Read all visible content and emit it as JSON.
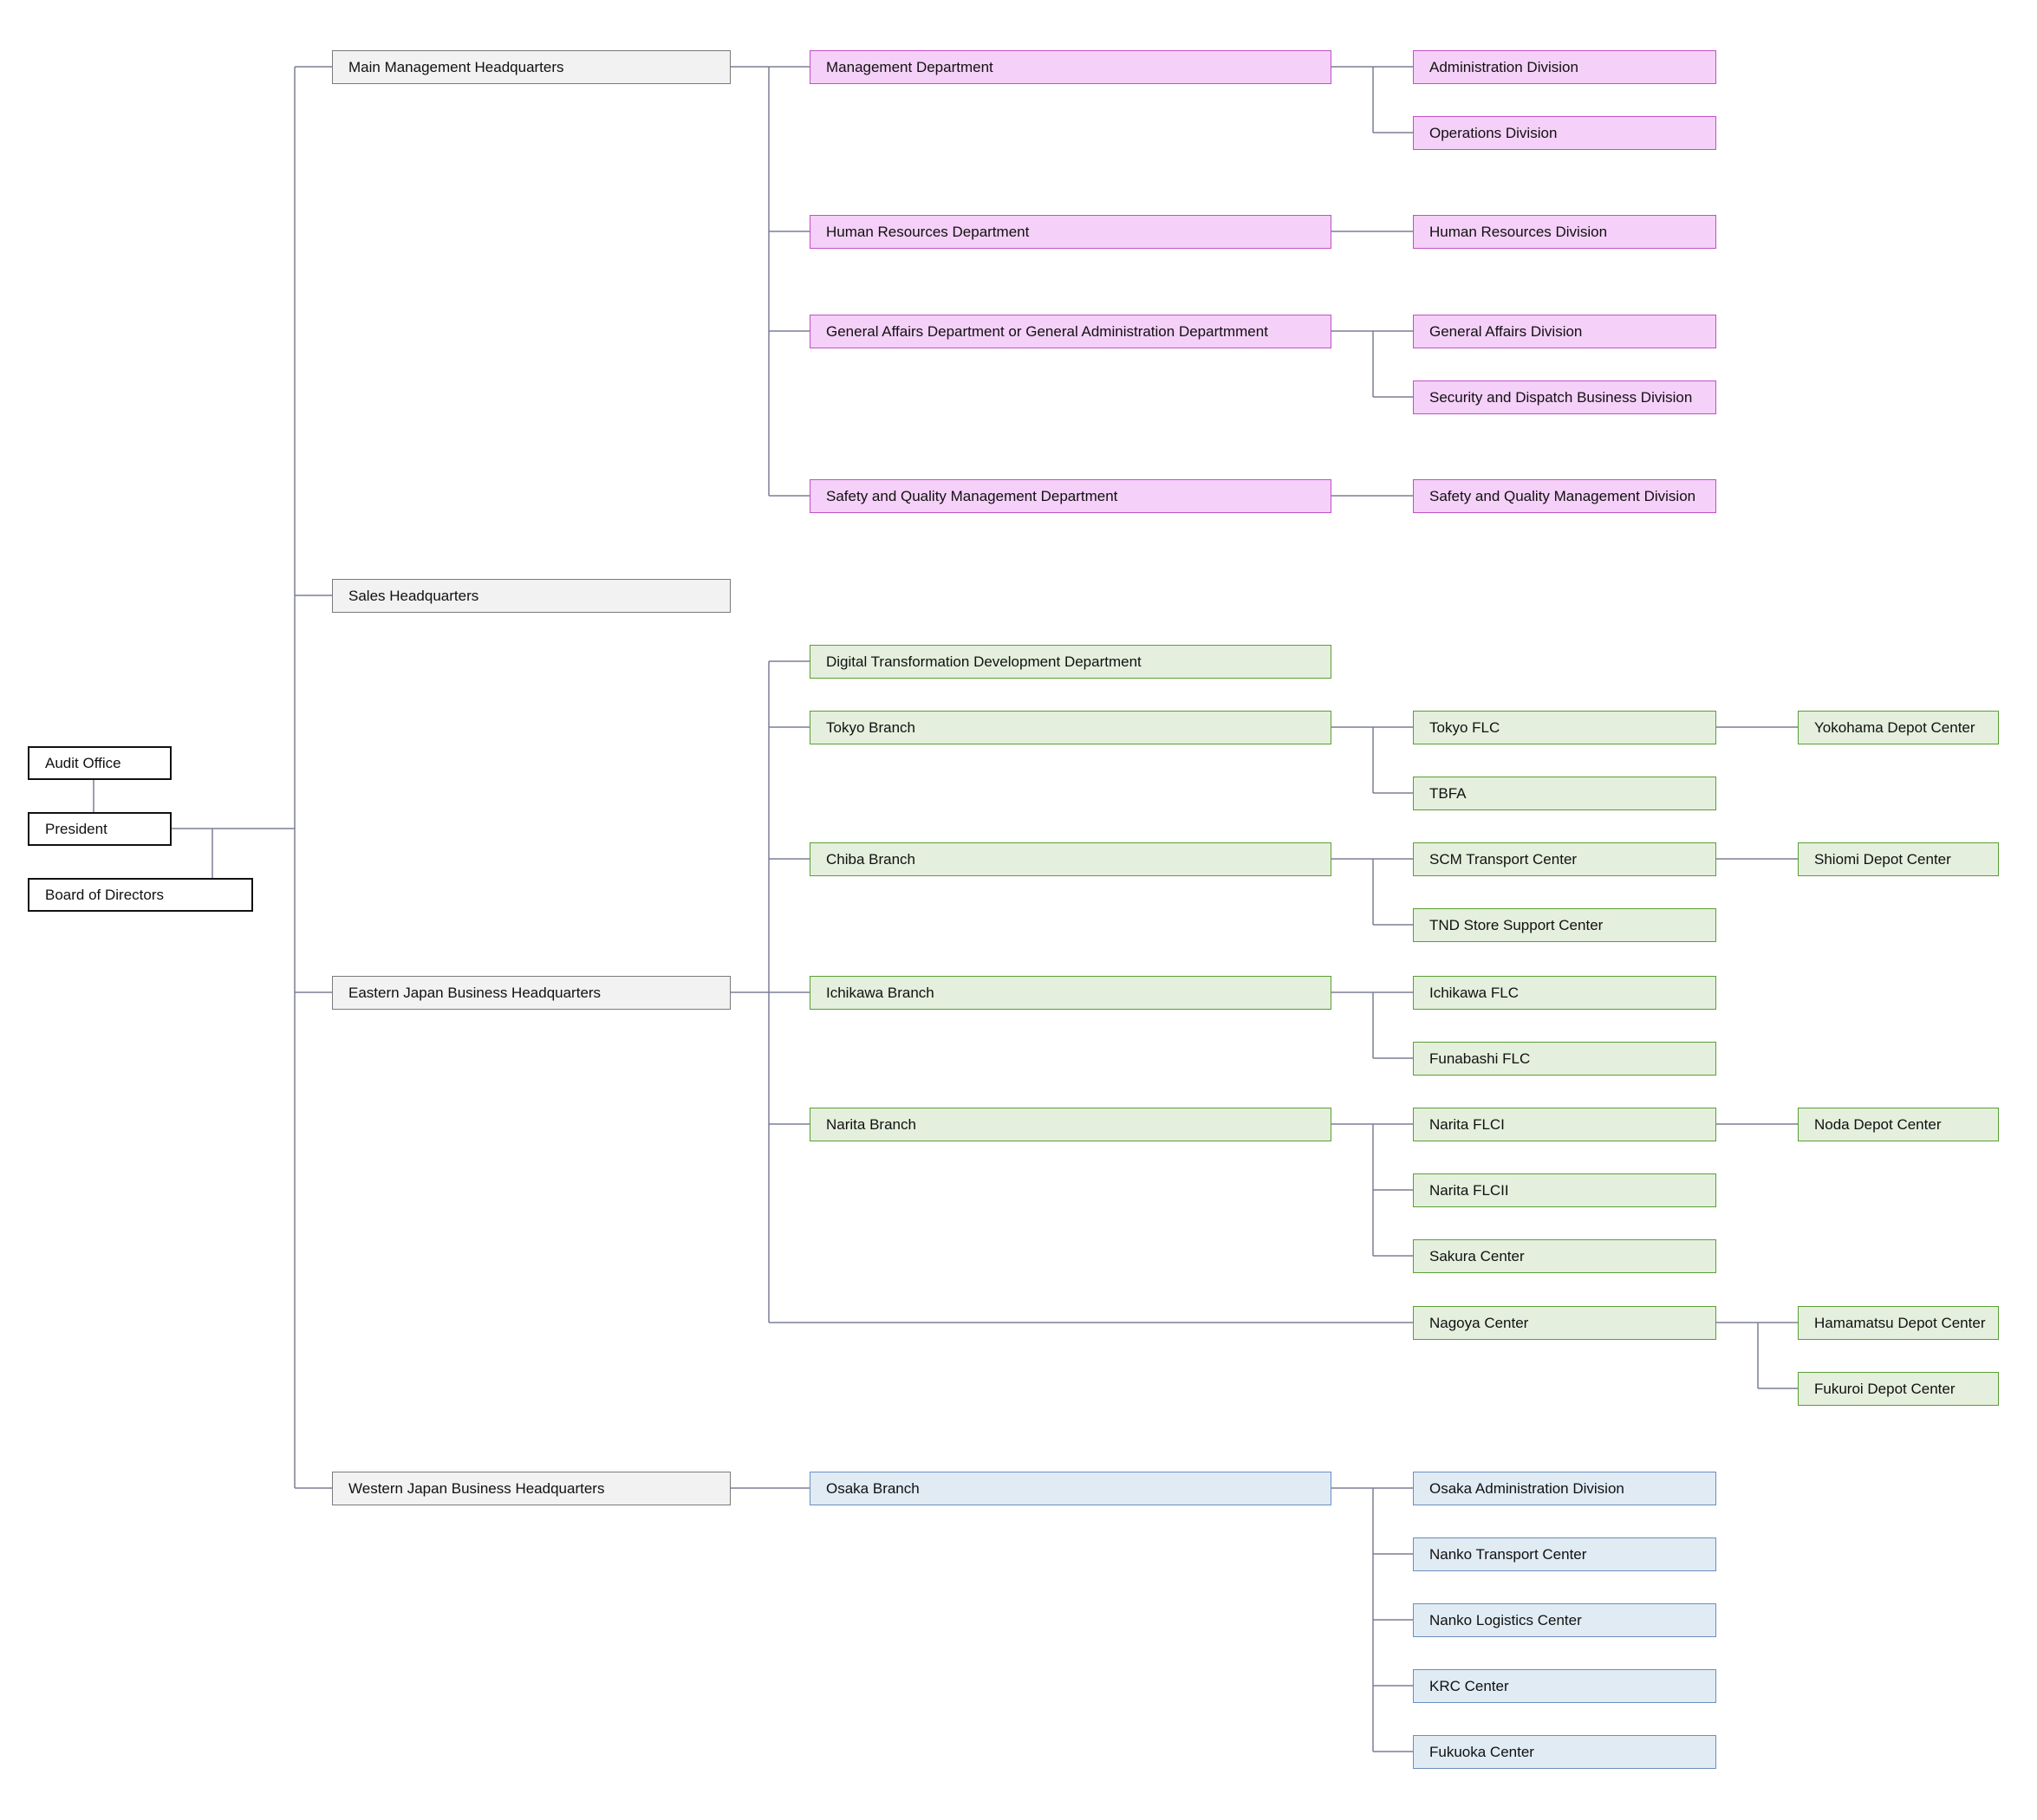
{
  "org": {
    "audit_office": "Audit Office",
    "president": "President",
    "board": "Board of Directors",
    "hq_main": "Main Management Headquarters",
    "hq_sales": "Sales Headquarters",
    "hq_east": "Eastern Japan Business Headquarters",
    "hq_west": "Western Japan Business Headquarters",
    "dept_management": "Management Department",
    "div_admin": "Administration Division",
    "div_operations": "Operations Division",
    "dept_hr": "Human Resources Department",
    "div_hr": "Human Resources Division",
    "dept_general": "General Affairs Department or General Administration Departmment",
    "div_general": "General Affairs Division",
    "div_security": "Security and Dispatch Business Division",
    "dept_safety": "Safety and Quality Management Department",
    "div_safety": "Safety and Quality Management Division",
    "dept_dx": "Digital Transformation Development Department",
    "br_tokyo": "Tokyo Branch",
    "tokyo_flc": "Tokyo FLC",
    "yokohama": "Yokohama Depot Center",
    "tbfa": "TBFA",
    "br_chiba": "Chiba Branch",
    "scm": "SCM Transport Center",
    "shiomi": "Shiomi Depot Center",
    "tnd": "TND Store Support Center",
    "br_ichikawa": "Ichikawa Branch",
    "ichikawa_flc": "Ichikawa FLC",
    "funabashi": "Funabashi FLC",
    "br_narita": "Narita Branch",
    "narita1": "Narita FLCI",
    "noda": "Noda Depot Center",
    "narita2": "Narita FLCII",
    "sakura": "Sakura Center",
    "nagoya": "Nagoya Center",
    "hamamatsu": "Hamamatsu Depot Center",
    "fukuroi": "Fukuroi Depot Center",
    "br_osaka": "Osaka Branch",
    "osaka_admin": "Osaka Administration Division",
    "nanko_transport": "Nanko Transport Center",
    "nanko_logistics": "Nanko Logistics Center",
    "krc": "KRC Center",
    "fukuoka": "Fukuoka Center"
  },
  "colors": {
    "connector": "#7b7f95",
    "top_border": "#111111",
    "hq_fill": "#f2f2f2",
    "pink_fill": "#f5d0f8",
    "pink_border": "#c04fc8",
    "green_fill": "#e4efdd",
    "green_border": "#5a9f36",
    "blue_fill": "#e0ebf4",
    "blue_border": "#6a8fc0"
  }
}
